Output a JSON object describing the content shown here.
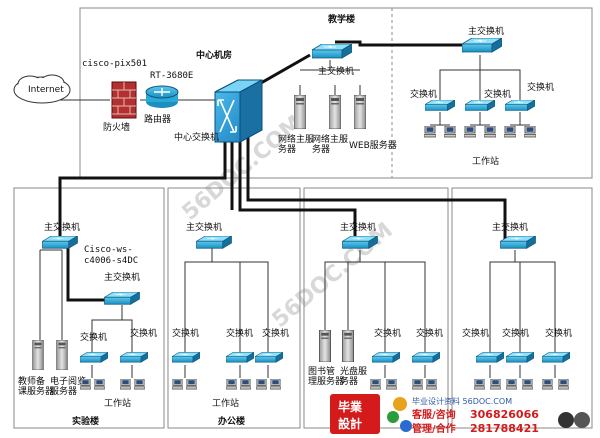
{
  "watermark": {
    "text": "56DOC.COM"
  },
  "buildings": {
    "jiaoxuelou": "教学楼",
    "shiyanlou": "实验楼",
    "bangonglou": "办公楼"
  },
  "labels": {
    "internet": "Internet",
    "firewall": "防火墙",
    "firewall_model": "cisco-pix501",
    "router": "路由器",
    "router_model": "RT-3680E",
    "core_switch": "中心交换机",
    "center_room": "中心机房",
    "main_switch": "主交换机",
    "switch": "交换机",
    "workstation": "工作站",
    "net_server_a1": "网络主服",
    "net_server_a2": "务器",
    "net_server_b1": "网络主服",
    "net_server_b2": "务器",
    "web_server": "WEB服务器",
    "cisco_model_1": "Cisco-ws-",
    "cisco_model_2": "c4006-s4DC",
    "courseware_server_1": "教师备",
    "courseware_server_2": "课服务器",
    "ereading_server_1": "电子阅览",
    "ereading_server_2": "服务器",
    "library_server_1": "图书管",
    "library_server_2": "理服务器",
    "cd_server_1": "光盘服",
    "cd_server_2": "务器"
  },
  "banner": {
    "logo_top": "毕業",
    "logo_bottom": "設計",
    "site": "毕业设计资料 56DOC.COM",
    "service_label": "客服/咨询",
    "service_number": "306826066",
    "manage_label": "管理/合作",
    "manage_number": "281788421"
  },
  "colors": {
    "switch_blue": "#1b8fbf",
    "firewall_red": "#b23030",
    "banner_red": "#d41a1a"
  }
}
